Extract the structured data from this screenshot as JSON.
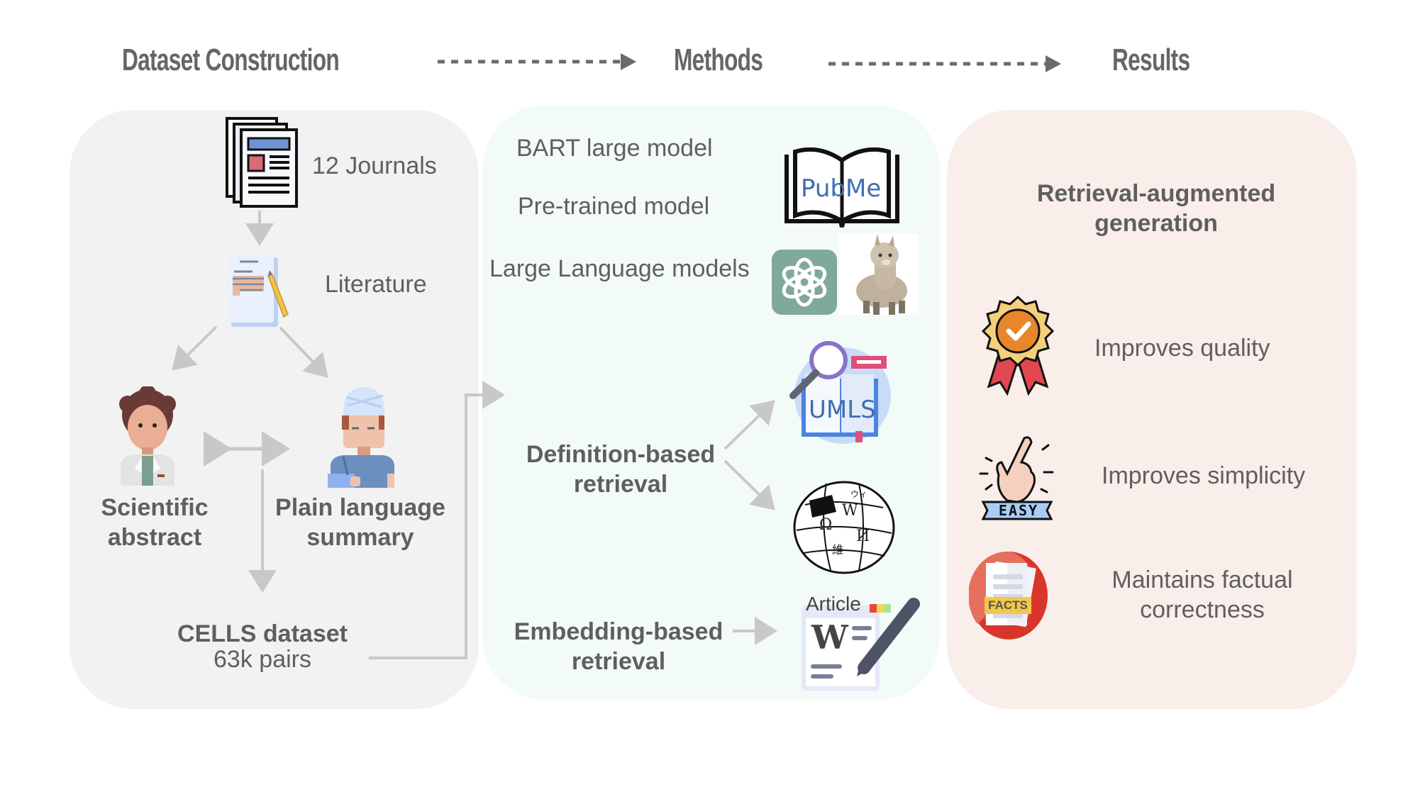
{
  "header": {
    "stages": [
      "Dataset Construction",
      "Methods",
      "Results"
    ]
  },
  "dataset_panel": {
    "journals_label": "12 Journals",
    "literature_label": "Literature",
    "scientific_abstract": [
      "Scientific",
      "abstract"
    ],
    "plain_language_summary": [
      "Plain language",
      "summary"
    ],
    "dataset_title": "CELLS dataset",
    "dataset_size": "63k pairs"
  },
  "methods_panel": {
    "bart_label": "BART large model",
    "pretrained_label": "Pre-trained model",
    "llm_label": "Large Language models",
    "pubmed_icon_text": "PubMe",
    "definition_retrieval": [
      "Definition-based",
      "retrieval"
    ],
    "umls_icon_text": "UMLS",
    "embedding_retrieval": [
      "Embedding-based",
      "retrieval"
    ],
    "article_icon_text": "Article",
    "article_w": "W",
    "wiki_glyphs": [
      "W",
      "Ω",
      "И",
      "維",
      "ウィ"
    ]
  },
  "results_panel": {
    "rag_title": [
      "Retrieval-augmented",
      "generation"
    ],
    "outcomes": [
      {
        "icon": "quality-badge-icon",
        "label": [
          "Improves quality"
        ]
      },
      {
        "icon": "easy-hand-icon",
        "label": [
          "Improves simplicity"
        ],
        "badge": "EASY"
      },
      {
        "icon": "facts-icon",
        "label": [
          "Maintains factual",
          "correctness"
        ],
        "badge": "FACTS"
      }
    ]
  },
  "colors": {
    "title_gray": "#666666",
    "arrow_gray": "#c8c8c8",
    "panel_dataset": "#f2f2f2",
    "panel_methods": "#f3fbf8",
    "panel_results": "#f9eee9"
  }
}
